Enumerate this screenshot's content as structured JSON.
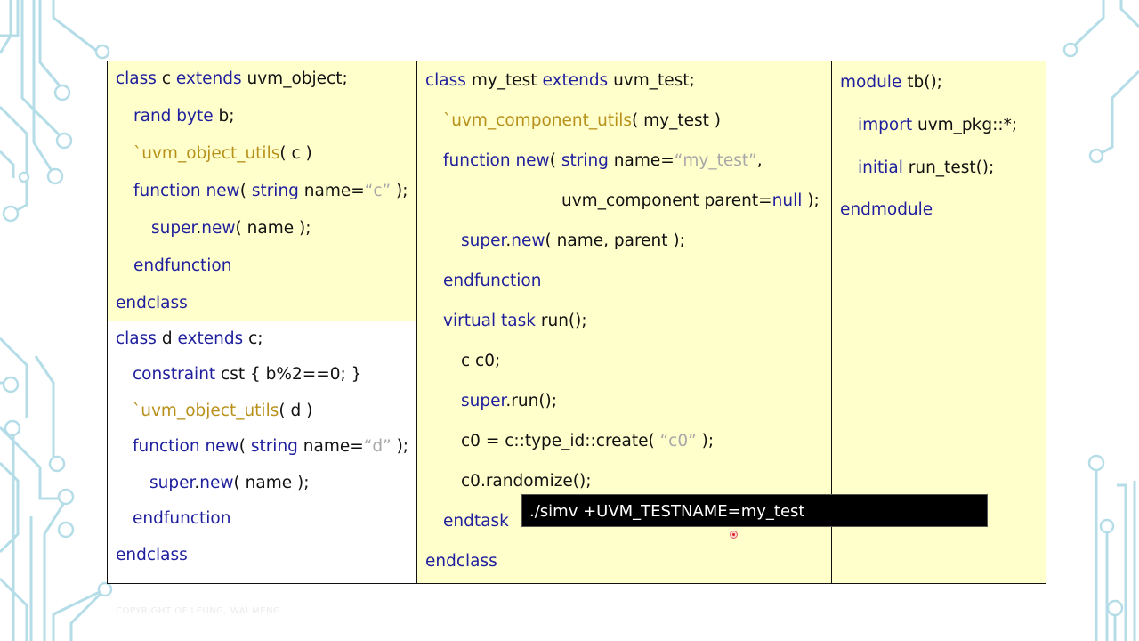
{
  "panel1": {
    "lines": [
      [
        "class",
        " c ",
        "extends",
        " uvm_object;"
      ],
      [
        "rand byte",
        " b;"
      ],
      [
        "`uvm_object_utils",
        "( c )"
      ],
      [
        "function new",
        "( ",
        "string",
        " name=",
        "“c”",
        " );"
      ],
      [
        "super",
        ".",
        "new",
        "( name );"
      ],
      [
        "endfunction"
      ],
      [
        "endclass"
      ]
    ]
  },
  "panel2": {
    "lines": [
      [
        "class",
        " d ",
        "extends",
        " c;"
      ],
      [
        "constraint",
        " cst { b%2==0; }"
      ],
      [
        "`uvm_object_utils",
        "( d )"
      ],
      [
        "function new",
        "( ",
        "string",
        " name=",
        "“d”",
        " );"
      ],
      [
        "super",
        ".",
        "new",
        "( name );"
      ],
      [
        "endfunction"
      ],
      [
        "endclass"
      ]
    ]
  },
  "panel3": {
    "lines": [
      [
        "class",
        " my_test ",
        "extends",
        " uvm_test;"
      ],
      [
        "`uvm_component_utils",
        "( my_test )"
      ],
      [
        "function new",
        "( ",
        "string",
        " name=",
        "“my_test”",
        ","
      ],
      [
        "uvm_component parent=",
        "null",
        " );"
      ],
      [
        "super",
        ".",
        "new",
        "( name, parent );"
      ],
      [
        "endfunction"
      ],
      [
        "virtual task",
        " run();"
      ],
      [
        "c c0;"
      ],
      [
        "super",
        ".run();"
      ],
      [
        "c0 = c::type_id::create( ",
        "“c0”",
        " );"
      ],
      [
        "c0.randomize();"
      ],
      [
        "endtask"
      ],
      [
        "endclass"
      ]
    ]
  },
  "panel4": {
    "lines": [
      [
        "module",
        " tb();"
      ],
      [
        "import",
        " uvm_pkg::*;"
      ],
      [
        "initial",
        " run_test();"
      ],
      [
        "endmodule"
      ]
    ]
  },
  "command": {
    "text": "./simv +UVM_TESTNAME=my_test"
  },
  "footer": {
    "copyright": "COPYRIGHT OF LEUNG, WAI MENG"
  },
  "colors": {
    "keyword": "#1f1f9e",
    "macro": "#b8911a",
    "string": "#a8a8a8",
    "panel_bg": "#ffffcc",
    "circuit": "#b5dde8"
  }
}
